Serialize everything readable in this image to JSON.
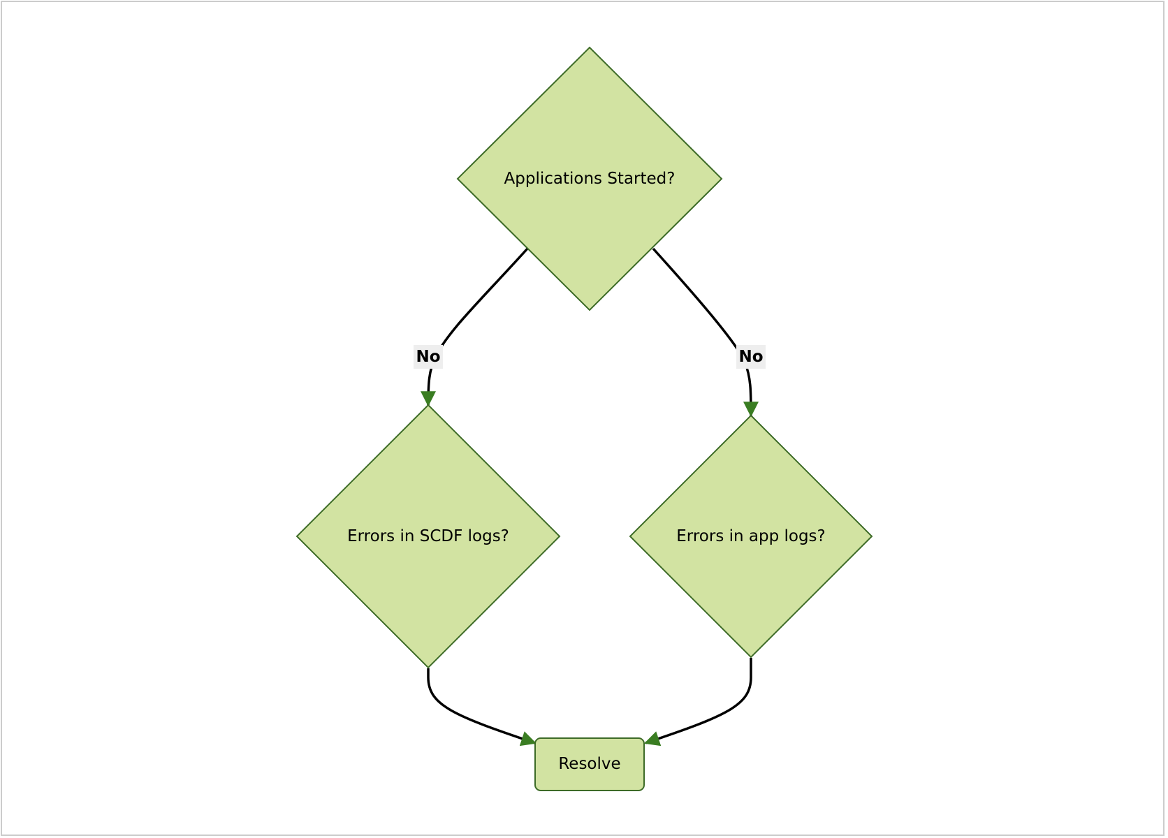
{
  "colors": {
    "node_fill": "#d2e3a2",
    "node_stroke": "#3d6b27",
    "arrow_head": "#3a7d22",
    "edge_line": "#000000",
    "edge_label_bg": "#eeeeee",
    "frame": "#cccccc"
  },
  "nodes": {
    "start": {
      "label": "Applications Started?"
    },
    "scdf": {
      "label": "Errors in SCDF logs?"
    },
    "app": {
      "label": "Errors in app logs?"
    },
    "resolve": {
      "label": "Resolve"
    }
  },
  "edges": {
    "start_to_scdf": {
      "label": "No"
    },
    "start_to_app": {
      "label": "No"
    }
  }
}
